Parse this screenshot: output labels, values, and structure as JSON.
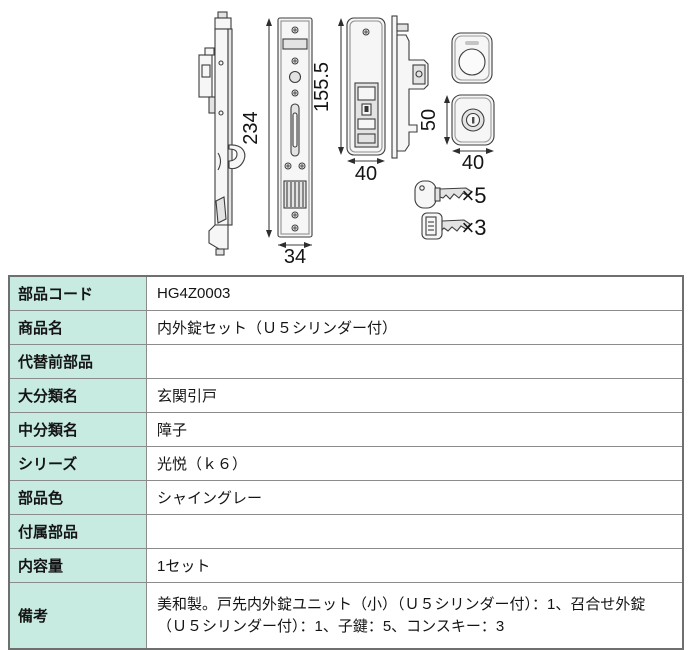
{
  "drawing": {
    "dims": {
      "case_height": "234",
      "case_width": "34",
      "latch_height": "155.5",
      "latch_width": "40",
      "cylinder_height": "50",
      "cylinder_width": "40"
    },
    "keys": {
      "standard_key_count": "×5",
      "construction_key_count": "×3"
    }
  },
  "table": {
    "rows": [
      {
        "label": "部品コード",
        "value": "HG4Z0003"
      },
      {
        "label": "商品名",
        "value": "内外錠セット（Ｕ５シリンダー付）"
      },
      {
        "label": "代替前部品",
        "value": ""
      },
      {
        "label": "大分類名",
        "value": "玄関引戸"
      },
      {
        "label": "中分類名",
        "value": "障子"
      },
      {
        "label": "シリーズ",
        "value": "光悦（ｋ６）"
      },
      {
        "label": "部品色",
        "value": "シャイングレー"
      },
      {
        "label": "付属部品",
        "value": ""
      },
      {
        "label": "内容量",
        "value": "1セット"
      },
      {
        "label": "備考",
        "value": "美和製。戸先内外錠ユニット（小）（Ｕ５シリンダー付）：1、召合せ外錠（Ｕ５シリンダー付）：1、子鍵：5、コンスキー：3"
      }
    ]
  },
  "colors": {
    "header_cell_bg": "#c7ebe1",
    "table_border": "#6f6f6f",
    "table_inner_border": "#8b8b8b",
    "drawing_line": "#3d3d3d"
  }
}
